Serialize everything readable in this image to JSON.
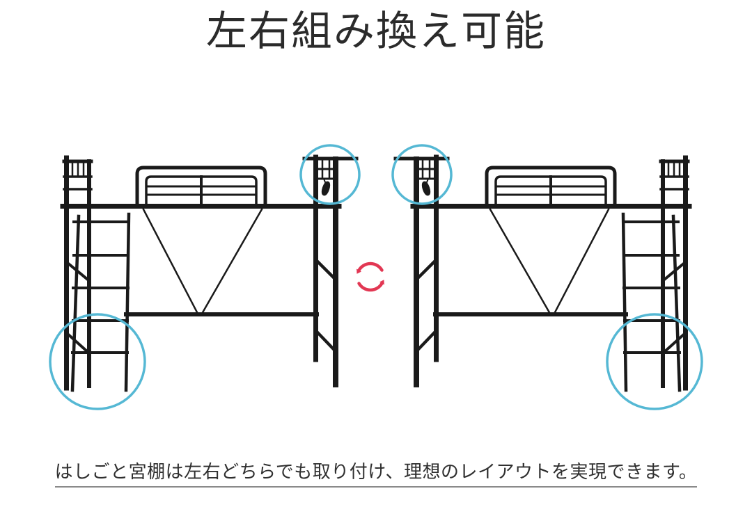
{
  "page": {
    "title": "左右組み換え可能",
    "caption": "はしごと宮棚は左右どちらでも取り付け、理想のレイアウトを実現できます。"
  },
  "diagram": {
    "left_bed": "loft-bed-ladder-on-left",
    "right_bed": "loft-bed-ladder-on-right",
    "highlights": [
      "ladder-base-left-bed",
      "shelf-top-left-bed",
      "shelf-top-right-bed",
      "ladder-base-right-bed"
    ],
    "swap_icon": "rotate-swap-icon"
  },
  "colors": {
    "frame": "#1a1a1a",
    "highlight": "#55b8d4",
    "swap_arrow": "#e23753"
  }
}
